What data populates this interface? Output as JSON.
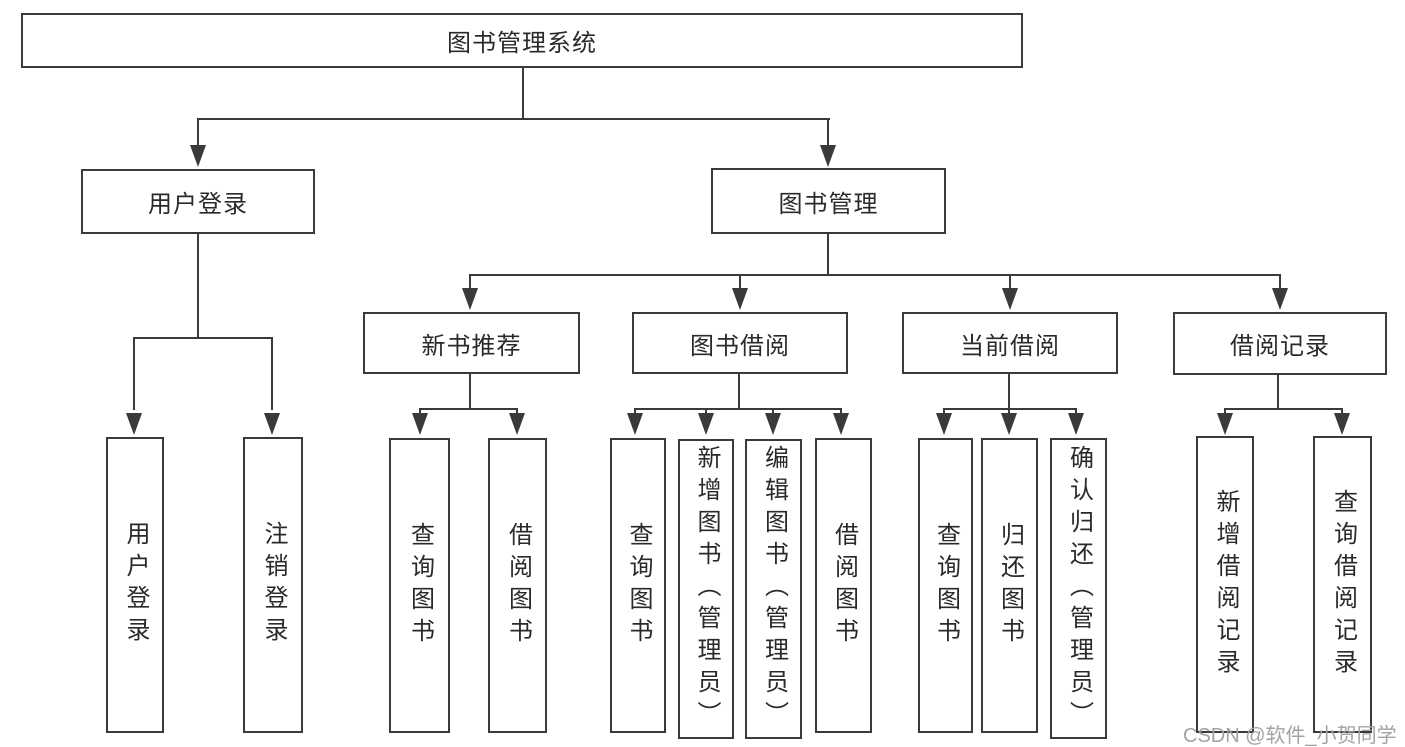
{
  "colors": {
    "line": "#3a3a3a",
    "text": "#2a2a2a",
    "watermark": "#a3a3a3",
    "background": "#ffffff"
  },
  "diagram": {
    "root": {
      "label": "图书管理系统"
    },
    "level2": [
      {
        "label": "用户登录"
      },
      {
        "label": "图书管理"
      }
    ],
    "level3": [
      {
        "label": "新书推荐"
      },
      {
        "label": "图书借阅"
      },
      {
        "label": "当前借阅"
      },
      {
        "label": "借阅记录"
      }
    ],
    "leaves": {
      "user_login": [
        {
          "label": "用户登录"
        },
        {
          "label": "注销登录"
        }
      ],
      "new_book": [
        {
          "label": "查询图书"
        },
        {
          "label": "借阅图书"
        }
      ],
      "book_borrow": [
        {
          "label": "查询图书"
        },
        {
          "label": "新增图书（管理员）"
        },
        {
          "label": "编辑图书（管理员）"
        },
        {
          "label": "借阅图书"
        }
      ],
      "current_borrow": [
        {
          "label": "查询图书"
        },
        {
          "label": "归还图书"
        },
        {
          "label": "确认归还（管理员）"
        }
      ],
      "borrow_records": [
        {
          "label": "新增借阅记录"
        },
        {
          "label": "查询借阅记录"
        }
      ]
    }
  },
  "watermark": {
    "text": "CSDN @软件_小贺同学"
  }
}
